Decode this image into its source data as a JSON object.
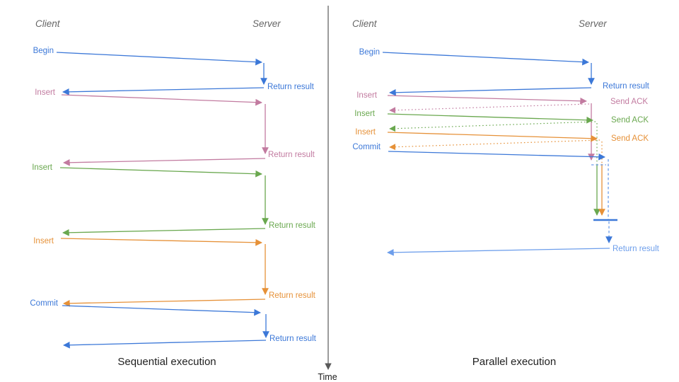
{
  "colors": {
    "blue": "#3c78d8",
    "light_blue": "#6d9eeb",
    "pink": "#c27ba0",
    "green": "#6aa84f",
    "orange": "#e69138",
    "header_gray": "#666666",
    "title_dark": "#212121",
    "time_axis": "#595959"
  },
  "left_panel": {
    "client_header": "Client",
    "server_header": "Server",
    "title": "Sequential execution",
    "begin_label": "Begin",
    "insert1_label": "Insert",
    "insert2_label": "Insert",
    "insert3_label": "Insert",
    "commit_label": "Commit",
    "return1_label": "Return result",
    "return2_label": "Return result",
    "return3_label": "Return result",
    "return4_label": "Return result",
    "return5_label": "Return result"
  },
  "right_panel": {
    "client_header": "Client",
    "server_header": "Server",
    "title": "Parallel execution",
    "begin_label": "Begin",
    "insert1_label": "Insert",
    "insert2_label": "Insert",
    "insert3_label": "Insert",
    "commit_label": "Commit",
    "begin_return_label": "Return result",
    "ack1_label": "Send ACK",
    "ack2_label": "Send ACK",
    "ack3_label": "Send ACK",
    "final_return_label": "Return result"
  },
  "time_axis": {
    "label": "Time"
  }
}
